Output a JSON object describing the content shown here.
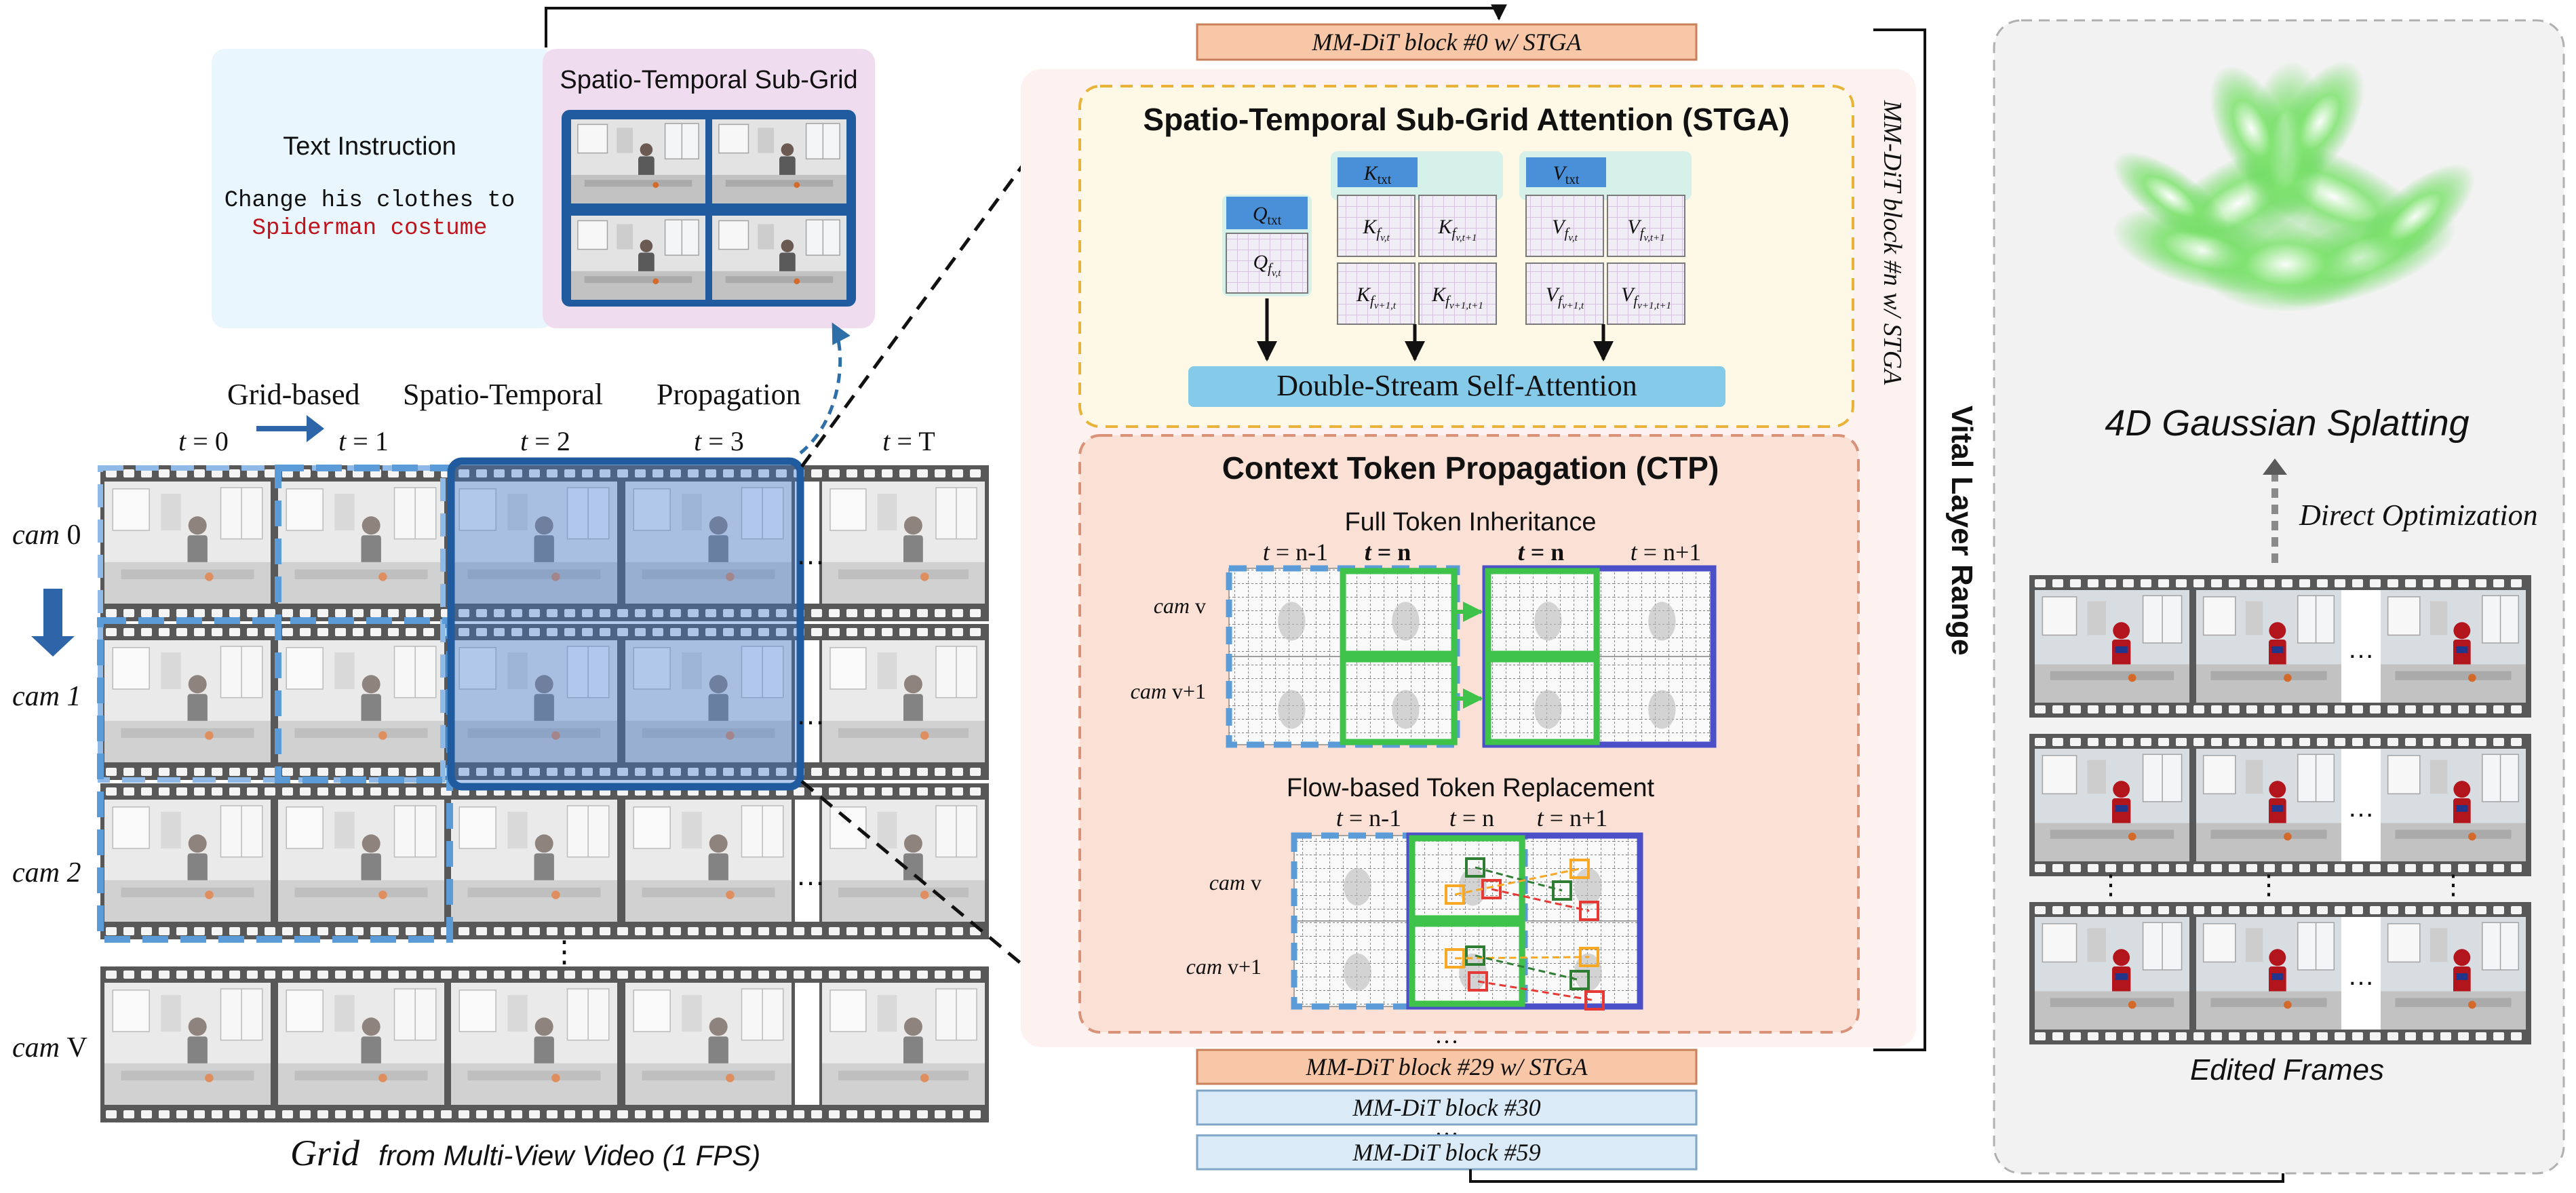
{
  "text_panel": {
    "heading": "Text Instruction",
    "line1": "Change his clothes to",
    "line2": "Spiderman costume"
  },
  "subgrid_panel": {
    "title": "Spatio-Temporal Sub-Grid"
  },
  "propagation": {
    "title_words": [
      "Grid-based",
      "Spatio-Temporal",
      "Propagation"
    ],
    "time_labels": [
      "t = 0",
      "t = 1",
      "t = 2",
      "t = 3",
      "t = T"
    ],
    "cam_labels": [
      "cam 0",
      "cam 1",
      "cam 2",
      "cam V"
    ],
    "ellipsis_h": "…",
    "ellipsis_v": "⋮"
  },
  "grid_caption": {
    "italic": "Grid",
    "rest": "from Multi-View Video (1 FPS)"
  },
  "mmdit": {
    "block_top": "MM-DiT block #0 w/ STGA",
    "dots": "…",
    "block_side": "MM-DiT block #n w/ STGA",
    "block_29": "MM-DiT block #29 w/ STGA",
    "block_30": "MM-DiT block #30",
    "block_59": "MM-DiT block #59"
  },
  "stga": {
    "title": "Spatio-Temporal Sub-Grid Attention (STGA)",
    "q_head": "Q",
    "q_head_sub": "txt",
    "k_head": "K",
    "k_head_sub": "txt",
    "v_head": "V",
    "v_head_sub": "txt",
    "q_cell": {
      "sym": "Q",
      "sub": "f",
      "subsub": "v,t"
    },
    "k_cells": [
      {
        "sym": "K",
        "sub": "f",
        "subsub": "v,t"
      },
      {
        "sym": "K",
        "sub": "f",
        "subsub": "v,t+1"
      },
      {
        "sym": "K",
        "sub": "f",
        "subsub": "v+1,t"
      },
      {
        "sym": "K",
        "sub": "f",
        "subsub": "v+1,t+1"
      }
    ],
    "v_cells": [
      {
        "sym": "V",
        "sub": "f",
        "subsub": "v,t"
      },
      {
        "sym": "V",
        "sub": "f",
        "subsub": "v,t+1"
      },
      {
        "sym": "V",
        "sub": "f",
        "subsub": "v+1,t"
      },
      {
        "sym": "V",
        "sub": "f",
        "subsub": "v+1,t+1"
      }
    ],
    "attention_label": "Double-Stream Self-Attention"
  },
  "ctp": {
    "title": "Context Token Propagation (CTP)",
    "fti_title": "Full Token Inheritance",
    "fti_times": [
      "t = n-1",
      "t = n",
      "t = n",
      "t = n+1"
    ],
    "fti_cams": [
      "cam v",
      "cam v+1"
    ],
    "fbr_title": "Flow-based Token Replacement",
    "fbr_times": [
      "t = n-1",
      "t = n",
      "t = n+1"
    ],
    "fbr_cams": [
      "cam v",
      "cam v+1"
    ]
  },
  "vital_range": "Vital Layer Range",
  "gaussian": {
    "title": "4D Gaussian Splatting",
    "optimization": "Direct Optimization",
    "edited_caption": "Edited Frames",
    "ellipsis": "…",
    "vdots": "⋮"
  },
  "colors": {
    "text_panel_bg": "#e9f6fd",
    "subgrid_panel_bg": "#f0dcef",
    "grid_blue": "#2f63a5",
    "grid_dash": "#5b9bd8",
    "block_orange": "#f8c7a8",
    "block_blue": "#daeaf6",
    "stga_bg": "#fef9e6",
    "stga_border": "#e9b33a",
    "ctp_bg": "#fbe1d5",
    "ctp_border": "#d99178",
    "attention_bar": "#86cae9",
    "green": "#3ec24a",
    "purple": "#4b4fc8",
    "spiderman_red": "#c0141c"
  }
}
